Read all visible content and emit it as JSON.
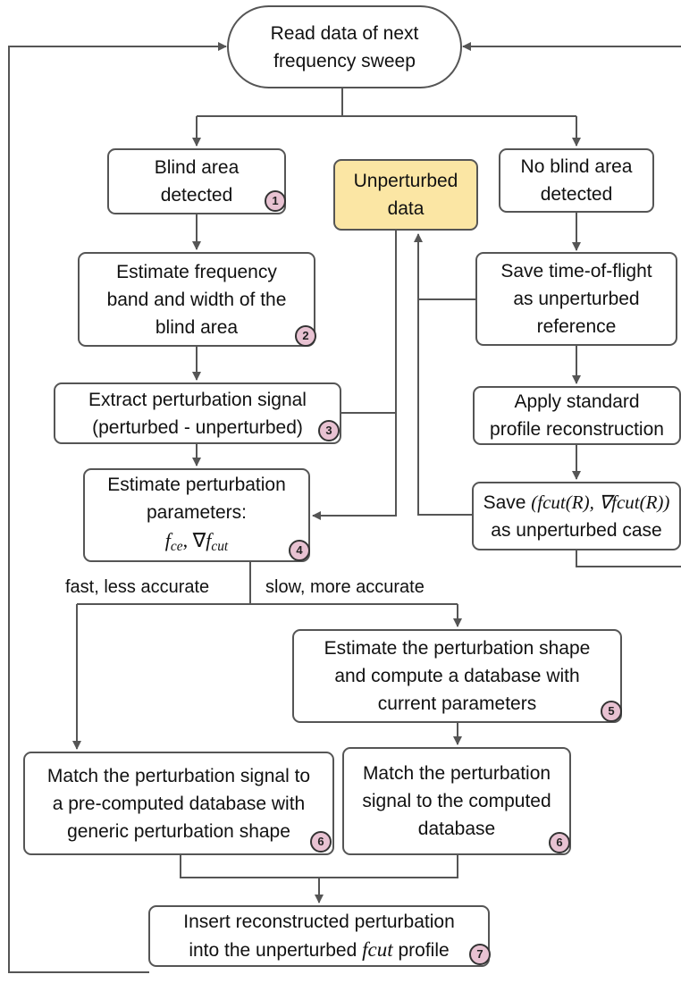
{
  "start": "Read data of next\nfrequency sweep",
  "blind_detected": "Blind area\ndetected",
  "unperturbed": "Unperturbed\ndata",
  "no_blind": "No blind area\ndetected",
  "estimate_band": "Estimate frequency\nband and width of the\nblind area",
  "save_tof": "Save time-of-flight\nas unperturbed\nreference",
  "extract": "Extract perturbation signal\n(perturbed - unperturbed)",
  "apply_std": "Apply standard\nprofile reconstruction",
  "estimate_params": "Estimate perturbation\nparameters:",
  "params_math": {
    "f": "f",
    "ce": "ce",
    "sep": ", ∇",
    "f2": "f",
    "cut": "cut"
  },
  "save_label": "Save",
  "save_math": "(fcut(R), ∇fcut(R))",
  "save_case": "as unperturbed case",
  "branch_fast": "fast, less accurate",
  "branch_slow": "slow, more accurate",
  "estimate_shape": "Estimate the perturbation shape\nand compute a database with\ncurrent parameters",
  "match_pre": "Match the perturbation signal to\na pre-computed database with\ngeneric perturbation shape",
  "match_comp": "Match the perturbation\nsignal to the computed\ndatabase",
  "insert_line1": "Insert reconstructed perturbation",
  "insert_pre": "into the unperturbed",
  "insert_math": "fcut",
  "insert_post": "profile",
  "badges": {
    "b1": "1",
    "b2": "2",
    "b3": "3",
    "b4": "4",
    "b5": "5",
    "b6a": "6",
    "b6b": "6",
    "b7": "7"
  }
}
